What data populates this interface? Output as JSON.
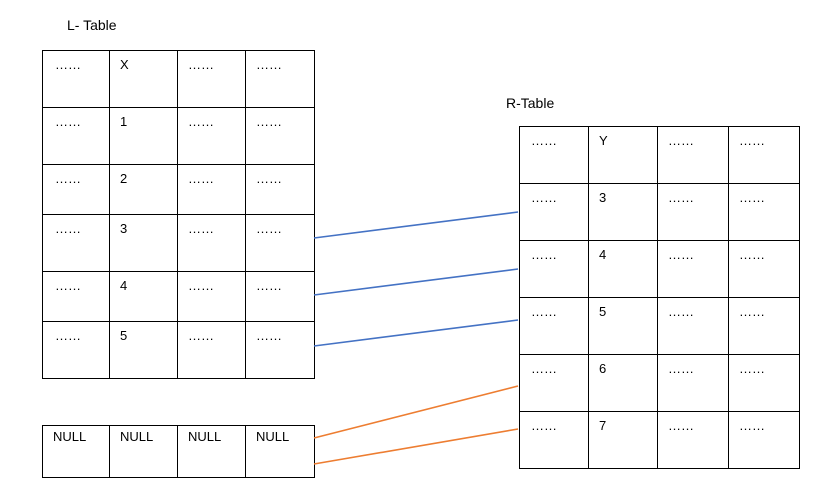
{
  "left_table": {
    "title": "L- Table",
    "rows": [
      [
        "……",
        "X",
        "……",
        "……"
      ],
      [
        "……",
        "1",
        "……",
        "……"
      ],
      [
        "……",
        "2",
        "……",
        "……"
      ],
      [
        "……",
        "3",
        "……",
        "……"
      ],
      [
        "……",
        "4",
        "……",
        "……"
      ],
      [
        "……",
        "5",
        "……",
        "……"
      ]
    ]
  },
  "null_row": [
    "NULL",
    "NULL",
    "NULL",
    "NULL"
  ],
  "right_table": {
    "title": "R-Table",
    "rows": [
      [
        "……",
        "Y",
        "……",
        "……"
      ],
      [
        "……",
        "3",
        "……",
        "……"
      ],
      [
        "……",
        "4",
        "……",
        "……"
      ],
      [
        "……",
        "5",
        "……",
        "……"
      ],
      [
        "……",
        "6",
        "……",
        "……"
      ],
      [
        "……",
        "7",
        "……",
        "……"
      ]
    ]
  },
  "connectors": [
    {
      "from": "left-row-3",
      "to": "right-row-3",
      "color": "#4472C4"
    },
    {
      "from": "left-row-4",
      "to": "right-row-4",
      "color": "#4472C4"
    },
    {
      "from": "left-row-5",
      "to": "right-row-5",
      "color": "#4472C4"
    },
    {
      "from": "null-row",
      "to": "right-row-6",
      "color": "#ED7D31"
    },
    {
      "from": "null-row",
      "to": "right-row-7",
      "color": "#ED7D31"
    }
  ]
}
